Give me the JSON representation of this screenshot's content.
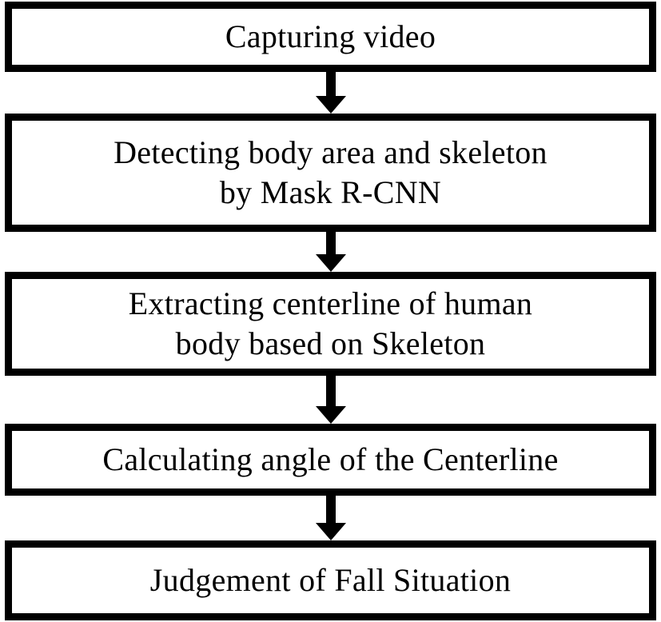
{
  "flowchart": {
    "steps": [
      {
        "lines": [
          "Capturing video"
        ]
      },
      {
        "lines": [
          "Detecting body area and skeleton",
          "by Mask R-CNN"
        ]
      },
      {
        "lines": [
          "Extracting centerline of human",
          "body based on Skeleton"
        ]
      },
      {
        "lines": [
          "Calculating angle of the Centerline"
        ]
      },
      {
        "lines": [
          "Judgement of Fall Situation"
        ]
      }
    ]
  }
}
